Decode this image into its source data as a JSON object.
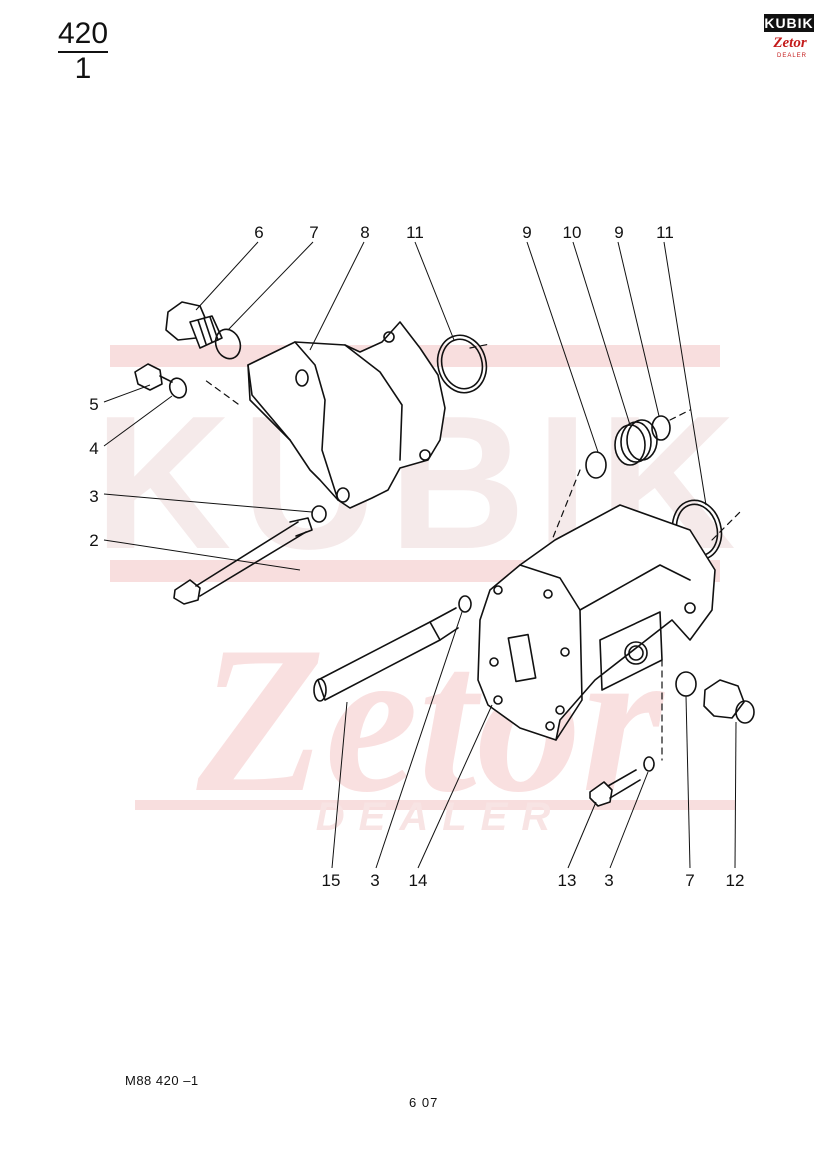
{
  "header": {
    "page_top": "420",
    "page_bottom": "1"
  },
  "logo": {
    "brand_top": "KUBIK",
    "brand_main": "Zetor",
    "brand_sub": "DEALER",
    "accent": "#c41b1b"
  },
  "watermark": {
    "line1": "KUBIK",
    "line2": "Zetor",
    "line3": "DEALER",
    "color": "#f6d4d4"
  },
  "callouts": {
    "c6": "6",
    "c7a": "7",
    "c8": "8",
    "c11a": "11",
    "c9a": "9",
    "c10": "10",
    "c9b": "9",
    "c11b": "11",
    "c5": "5",
    "c4": "4",
    "c3a": "3",
    "c2": "2",
    "c15": "15",
    "c3b": "3",
    "c14": "14",
    "c13": "13",
    "c3c": "3",
    "c7b": "7",
    "c12": "12"
  },
  "footer": {
    "ref": "M88   420 –1",
    "page": "6 07"
  }
}
